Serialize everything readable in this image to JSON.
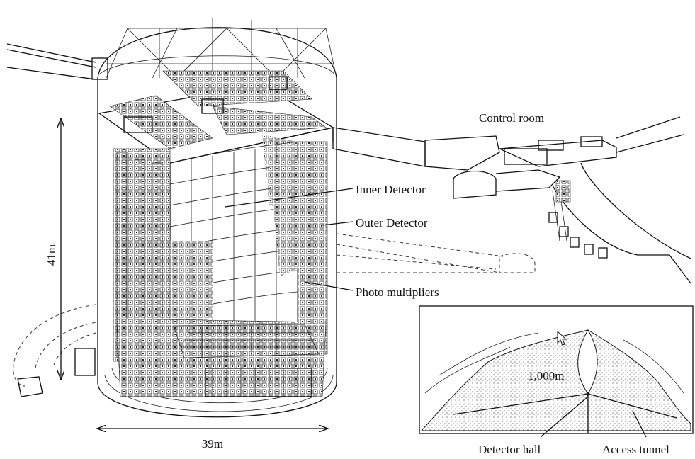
{
  "labels": {
    "control_room": "Control room",
    "inner_detector": "Inner Detector",
    "outer_detector": "Outer Detector",
    "photo_multipliers": "Photo multipliers",
    "height": "41m",
    "diameter": "39m",
    "depth": "1,000m",
    "detector_hall": "Detector hall",
    "access_tunnel": "Access tunnel"
  },
  "icons": {
    "cursor": "mouse-pointer-icon"
  }
}
